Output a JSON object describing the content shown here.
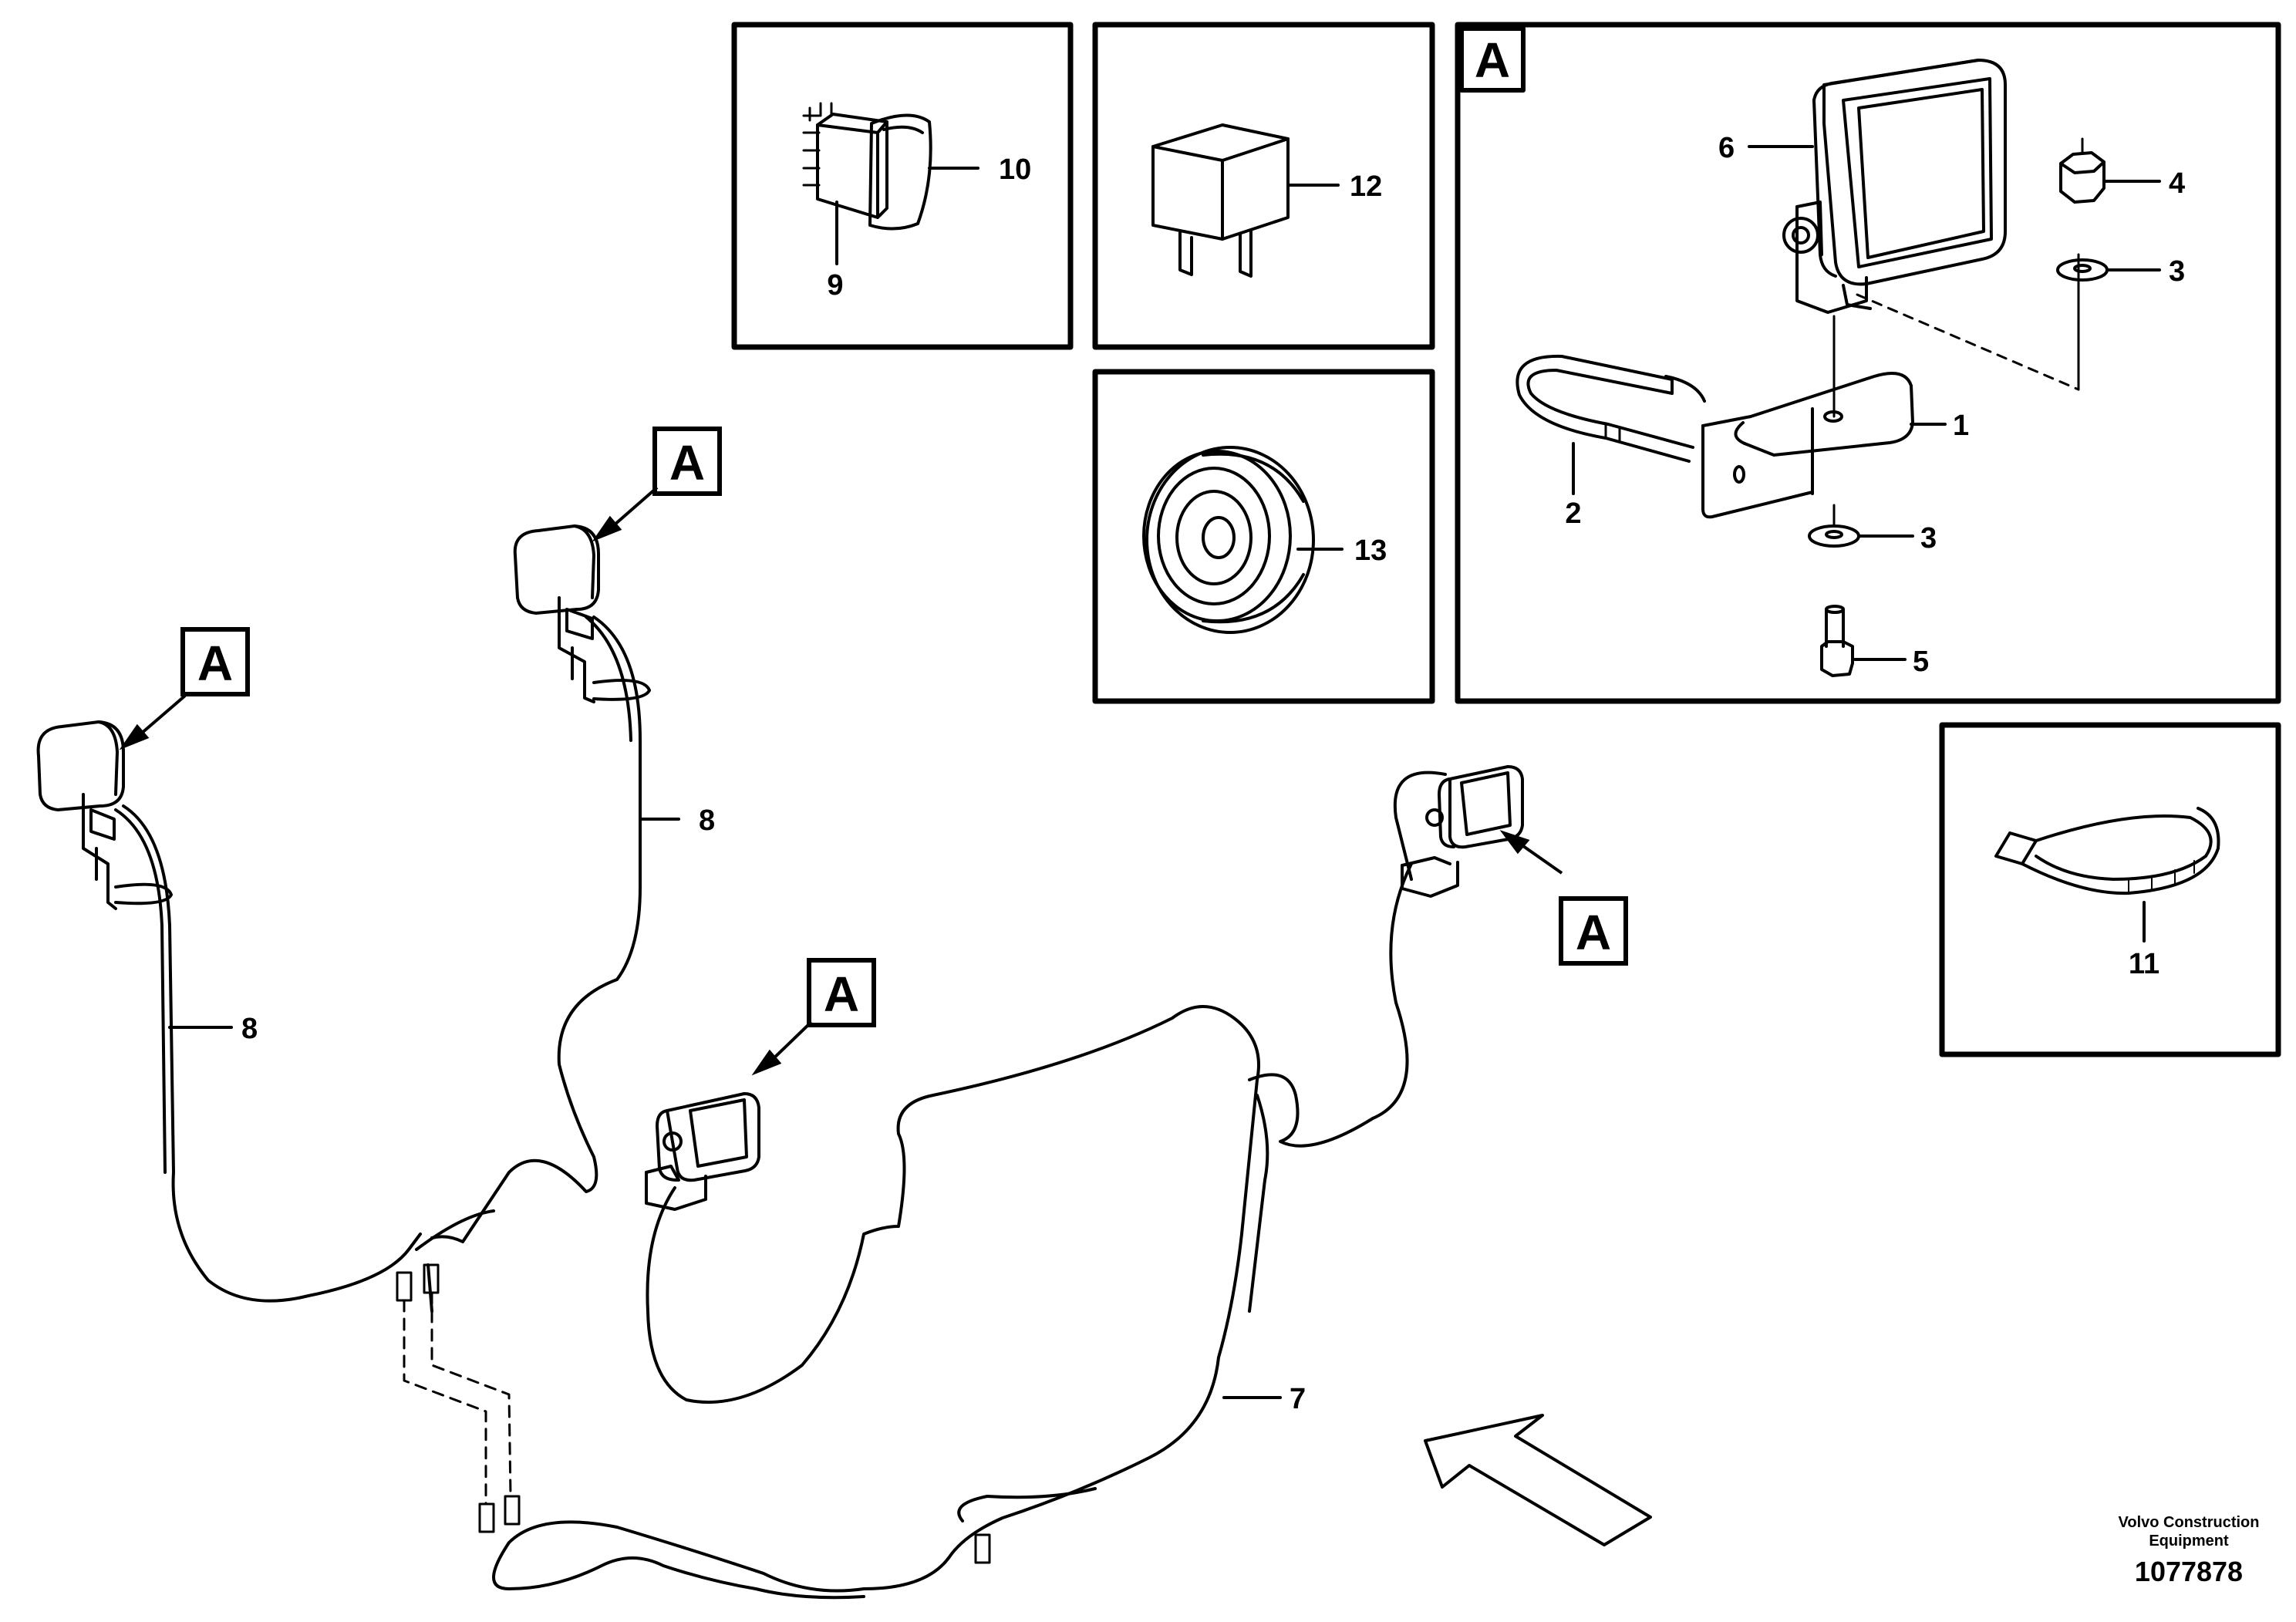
{
  "callout_flag": "A",
  "parts": {
    "p1": "1",
    "p2": "2",
    "p3": "3",
    "p4": "4",
    "p5": "5",
    "p6": "6",
    "p7": "7",
    "p8": "8",
    "p9": "9",
    "p10": "10",
    "p11": "11",
    "p12": "12",
    "p13": "13"
  },
  "footer": {
    "brand_line1": "Volvo Construction",
    "brand_line2": "Equipment",
    "drawing_number": "1077878"
  }
}
